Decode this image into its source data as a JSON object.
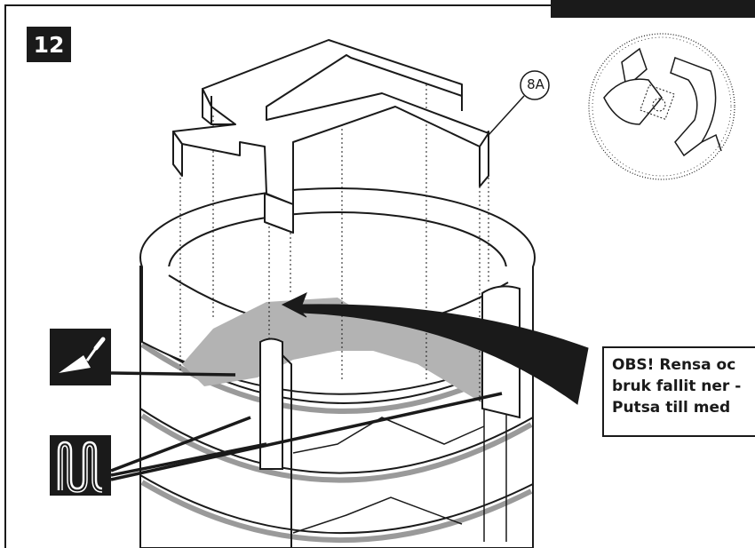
{
  "step": {
    "number": "12"
  },
  "part_label": "8A",
  "notice": {
    "lines": [
      "OBS! Rensa oc",
      "bruk fallit ner -",
      "Putsa till med"
    ]
  },
  "icons": {
    "trowel": "trowel-icon",
    "heating_wire": "heating-wire-icon",
    "detail_view": "magnified-detail-icon"
  },
  "colors": {
    "ink": "#1a1a1a",
    "mortar_grey": "#b3b3b3",
    "paper": "#ffffff"
  }
}
